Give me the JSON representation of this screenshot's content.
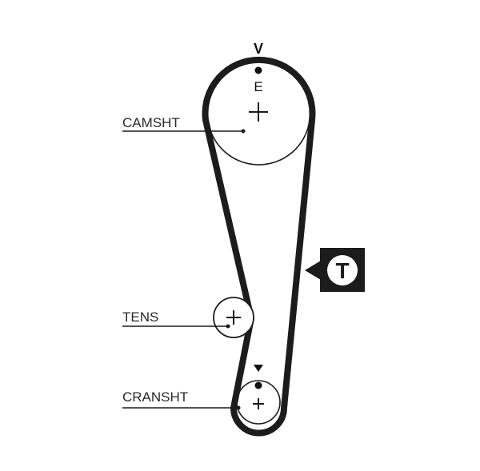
{
  "diagram": {
    "labels": {
      "camshaft": "CAMSHT",
      "tensioner": "TENS",
      "crankshaft": "CRANSHT"
    },
    "timing_marks": {
      "camshaft_top": "V",
      "camshaft_letter": "E"
    },
    "tension_badge": "T",
    "colors": {
      "belt": "#1c1c1c",
      "badge_bg": "#1c1c1c",
      "badge_fg": "#ffffff",
      "text": "#2a2a2a"
    }
  }
}
